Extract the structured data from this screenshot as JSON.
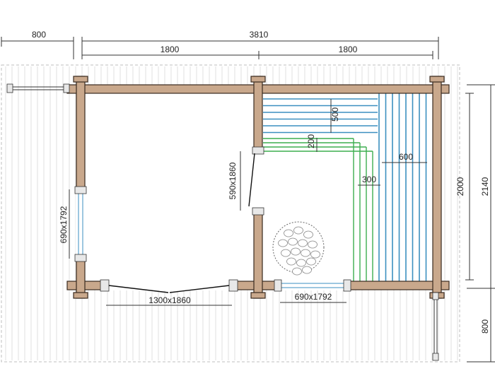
{
  "dimensions": {
    "porch_width": "800",
    "total_width": "3810",
    "room_left_width": "1800",
    "room_right_width": "1800",
    "sauna_height": "2000",
    "total_height": "2140",
    "porch_depth": "800",
    "bench_upper_depth": "500",
    "bench_step": "200",
    "bench_lower": "300",
    "bench_width": "600"
  },
  "openings": {
    "left_window": "690x1792",
    "interior_door": "590x1860",
    "front_door": "1300x1860",
    "front_window": "690x1792"
  },
  "colors": {
    "wall": "#c9a88c",
    "bench_blue": "#3b8fc0",
    "bench_green": "#3cae4f"
  }
}
